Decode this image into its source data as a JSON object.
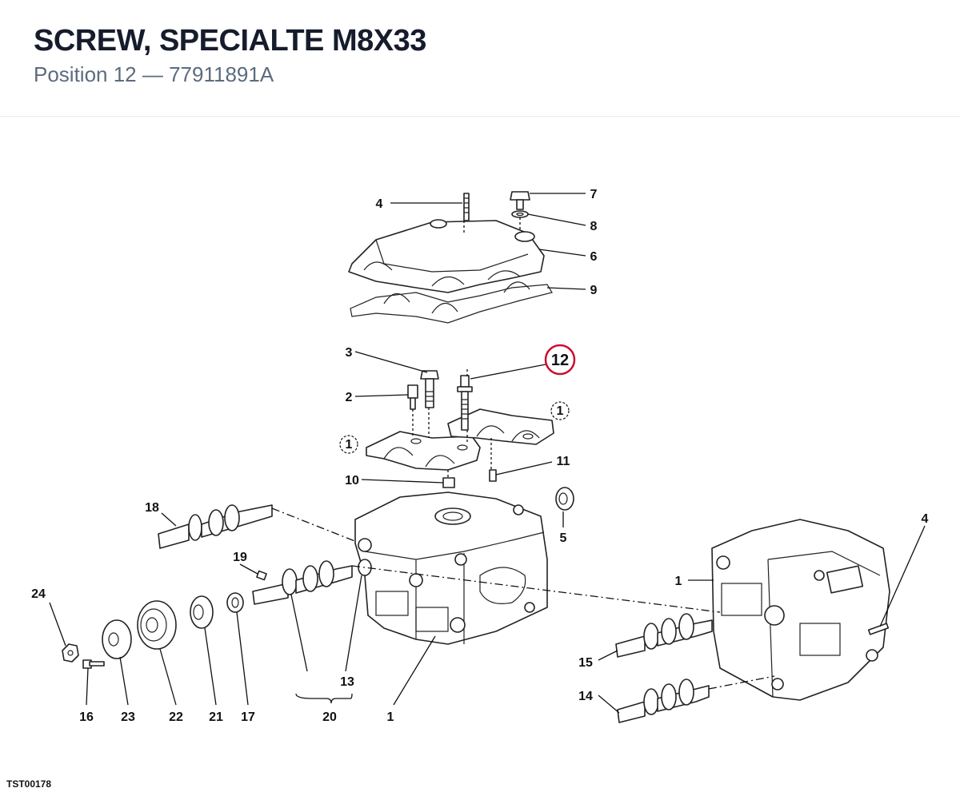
{
  "header": {
    "title": "SCREW, SPECIALTE M8X33",
    "subtitle": "Position 12 — 77911891A"
  },
  "diagram": {
    "code": "TST00178",
    "highlight_label": "12",
    "labels": {
      "p1a": "1",
      "p1b": "1",
      "p1c": "1",
      "p1d": "1",
      "p2": "2",
      "p3": "3",
      "p4a": "4",
      "p4b": "4",
      "p5": "5",
      "p6": "6",
      "p7": "7",
      "p8": "8",
      "p9": "9",
      "p10": "10",
      "p11": "11",
      "p13": "13",
      "p14": "14",
      "p15": "15",
      "p16": "16",
      "p17": "17",
      "p18": "18",
      "p19": "19",
      "p20": "20",
      "p21": "21",
      "p22": "22",
      "p23": "23",
      "p24": "24"
    },
    "colors": {
      "highlight_ring": "#c8102e",
      "line": "#111111"
    }
  }
}
